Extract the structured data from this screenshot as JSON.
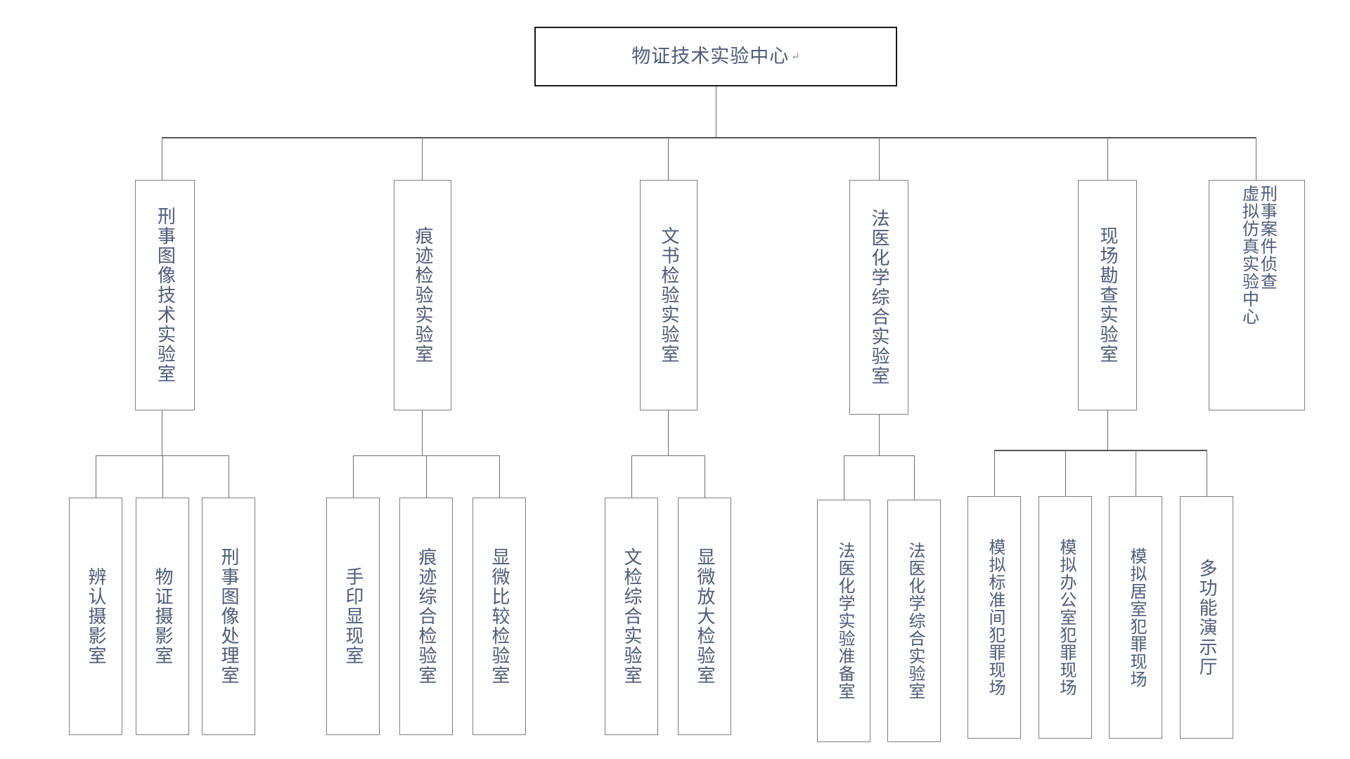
{
  "diagram": {
    "title": "物证技术实验中心",
    "title_mark": "↵",
    "type": "organization-chart",
    "orientation": "top-down",
    "text_color": "#4f5b78",
    "border_color": "#7f7f7f",
    "root_border_color": "#1a1a1a",
    "connector_color": "#6e6e6e",
    "background": "#ffffff"
  },
  "root": {
    "label": "物证技术实验中心",
    "mark": "↵"
  },
  "branches": [
    {
      "id": "branch-1",
      "label": "刑事图像技术实验室",
      "mark": "↵",
      "children": [
        {
          "label": "辨认摄影室",
          "mark": "↵"
        },
        {
          "label": "物证摄影室",
          "mark": "↵"
        },
        {
          "label": "刑事图像处理室",
          "mark": "↵"
        }
      ]
    },
    {
      "id": "branch-2",
      "label": "痕迹检验实验室",
      "mark": "↵",
      "children": [
        {
          "label": "手印显现室",
          "mark": "↵"
        },
        {
          "label": "痕迹综合检验室",
          "mark": "↵"
        },
        {
          "label": "显微比较检验室",
          "mark": "↵"
        }
      ]
    },
    {
      "id": "branch-3",
      "label": "文书检验实验室",
      "mark": "↵",
      "children": [
        {
          "label": "文检综合实验室",
          "mark": "↵"
        },
        {
          "label": "显微放大检验室",
          "mark": "↵"
        }
      ]
    },
    {
      "id": "branch-4",
      "label": "法医化学综合实验室",
      "mark": "↵",
      "children": [
        {
          "label": "法医化学实验准备室",
          "mark": "↵"
        },
        {
          "label": "法医化学综合实验室",
          "mark": "↵"
        }
      ]
    },
    {
      "id": "branch-5",
      "label": "现场勘查实验室",
      "mark": "↵",
      "children": [
        {
          "label": "模拟标准间犯罪现场",
          "mark": "↵"
        },
        {
          "label": "模拟办公室犯罪现场",
          "mark": "↵"
        },
        {
          "label": "模拟居室犯罪现场",
          "mark": "↵"
        },
        {
          "label": "多功能演示厅",
          "mark": "↵"
        }
      ]
    },
    {
      "id": "branch-6",
      "label_column_right": "刑事案件侦查",
      "label_column_left": "虚拟仿真实验中心",
      "mark_right": "↵",
      "mark_left": "↵",
      "children": []
    }
  ]
}
